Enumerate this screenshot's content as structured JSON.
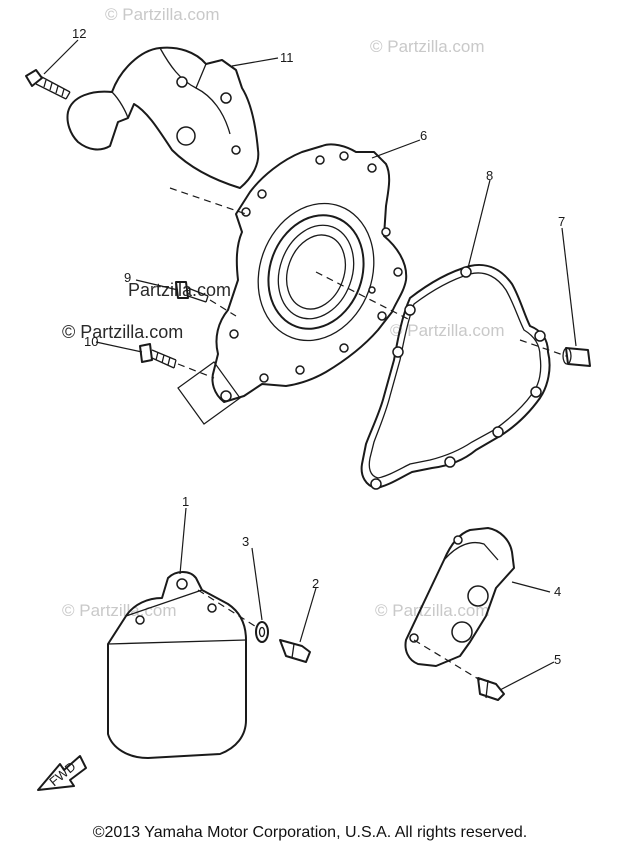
{
  "watermarks": {
    "top_left": "© Partzilla.com",
    "top_right": "© Partzilla.com",
    "mid_right": "© Partzilla.com",
    "mid_left": "© Partzilla.com",
    "bottom_left": "© Partzilla.com",
    "bottom_right": "© Partzilla.com",
    "center": "Partzilla.com"
  },
  "callouts": {
    "c1": "1",
    "c2": "2",
    "c3": "3",
    "c4": "4",
    "c5": "5",
    "c6": "6",
    "c7": "7",
    "c8": "8",
    "c9": "9",
    "c10": "10",
    "c11": "11",
    "c12": "12"
  },
  "fwd_label": "FWD",
  "copyright": "©2013  Yamaha Motor Corporation, U.S.A. All rights reserved."
}
